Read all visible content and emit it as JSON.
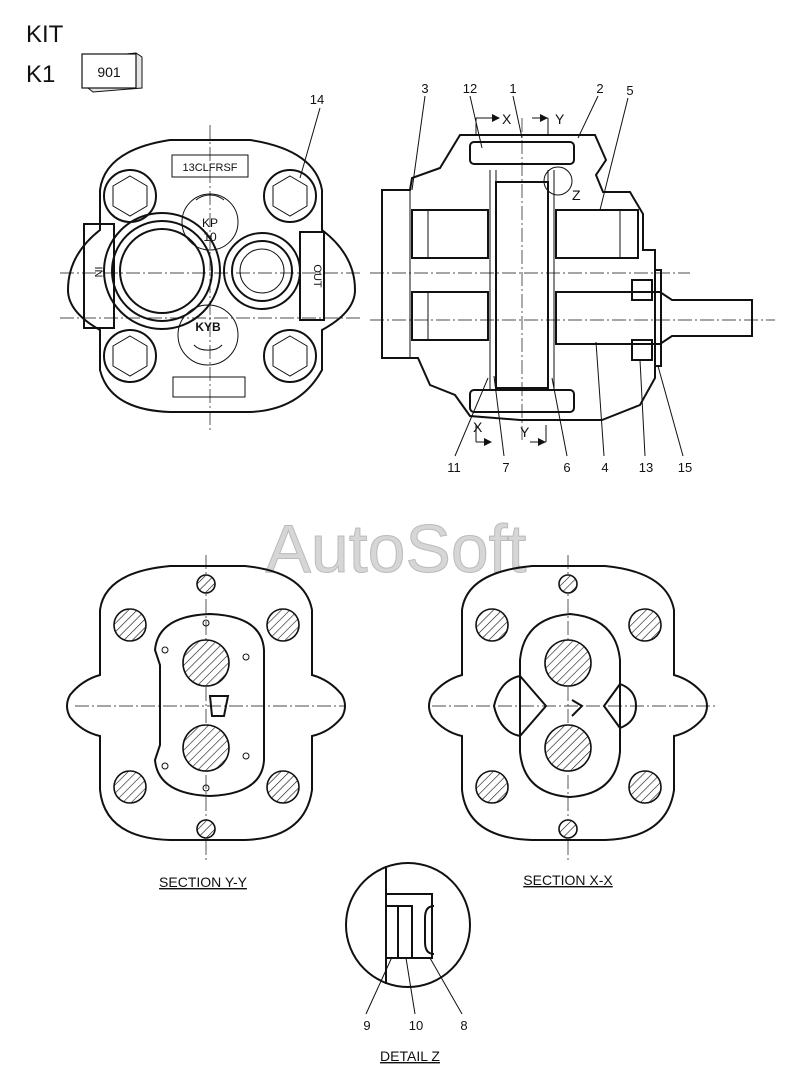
{
  "header": {
    "kit_label": "KIT",
    "kit_code": "K1",
    "catalog_number": "901"
  },
  "watermark": "AutoSoft",
  "front_view": {
    "model_plate": "13CLFRSF",
    "rotation_badge": [
      "KP",
      "10"
    ],
    "in_label": "IN",
    "out_label": "OUT",
    "brand_mark": "KYB"
  },
  "section_labels": {
    "x_marker": "X",
    "y_marker": "Y",
    "z_marker": "Z",
    "section_yy": "SECTION Y-Y",
    "section_xx": "SECTION X-X",
    "detail_z": "DETAIL Z"
  },
  "callouts": {
    "c1": "1",
    "c2": "2",
    "c3": "3",
    "c4": "4",
    "c5": "5",
    "c6": "6",
    "c7": "7",
    "c8": "8",
    "c9": "9",
    "c10": "10",
    "c11": "11",
    "c12": "12",
    "c13": "13",
    "c14": "14",
    "c15": "15"
  }
}
